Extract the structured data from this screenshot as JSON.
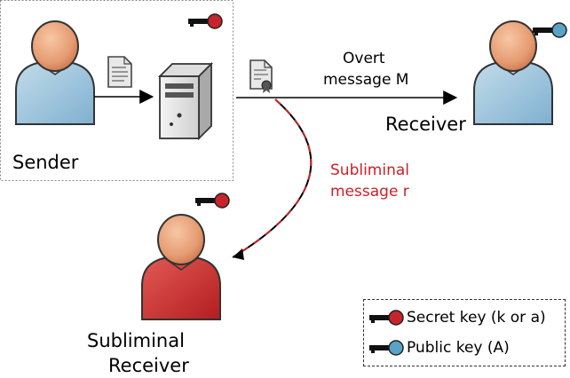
{
  "labels": {
    "sender": "Sender",
    "receiver": "Receiver",
    "overt_line1": "Overt",
    "overt_line2": "message M",
    "subliminal_msg_line1": "Subliminal",
    "subliminal_msg_line2": "message r",
    "subliminal_receiver_line1": "Subliminal",
    "subliminal_receiver_line2": "Receiver"
  },
  "legend": {
    "secret_key": "Secret key (k or a)",
    "public_key": "Public key (A)"
  },
  "colors": {
    "secret_key": "#c8242b",
    "public_key": "#5aa3c7",
    "subliminal_text": "#cc2027",
    "sender_shirt": "#9dc3dc",
    "subliminal_shirt": "#cc2a2a",
    "skin": "#e9a27a"
  },
  "icons": {
    "sender_person": "person-icon",
    "receiver_person": "person-icon",
    "subliminal_person": "person-icon",
    "server": "server-icon",
    "document": "document-icon",
    "signed_document": "signed-document-icon",
    "secret_key": "secret-key-icon",
    "public_key": "public-key-icon"
  }
}
